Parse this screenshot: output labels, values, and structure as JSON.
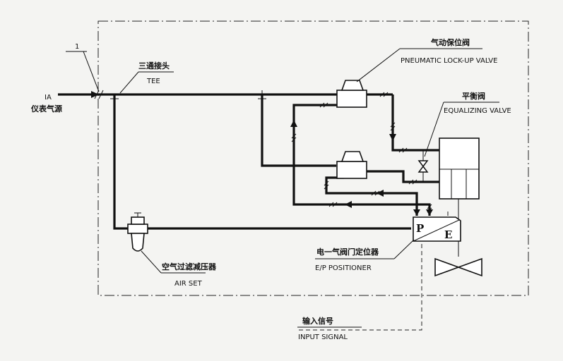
{
  "labels": {
    "item_number": "1",
    "ia_code": "IA",
    "ia_zh": "仪表气源",
    "tee_zh": "三通接头",
    "tee_en": "TEE",
    "lock_valve_zh": "气动保位阀",
    "lock_valve_en": "PNEUMATIC LOCK-UP VALVE",
    "equalizing_zh": "平衡阀",
    "equalizing_en": "EQUALIZING VALVE",
    "air_set_zh": "空气过滤减压器",
    "air_set_en": "AIR SET",
    "positioner_zh": "电一气阀门定位器",
    "positioner_en": "E/P POSITIONER",
    "positioner_p": "P",
    "positioner_e": "E",
    "input_zh": "输入信号",
    "input_en": "INPUT SIGNAL"
  }
}
